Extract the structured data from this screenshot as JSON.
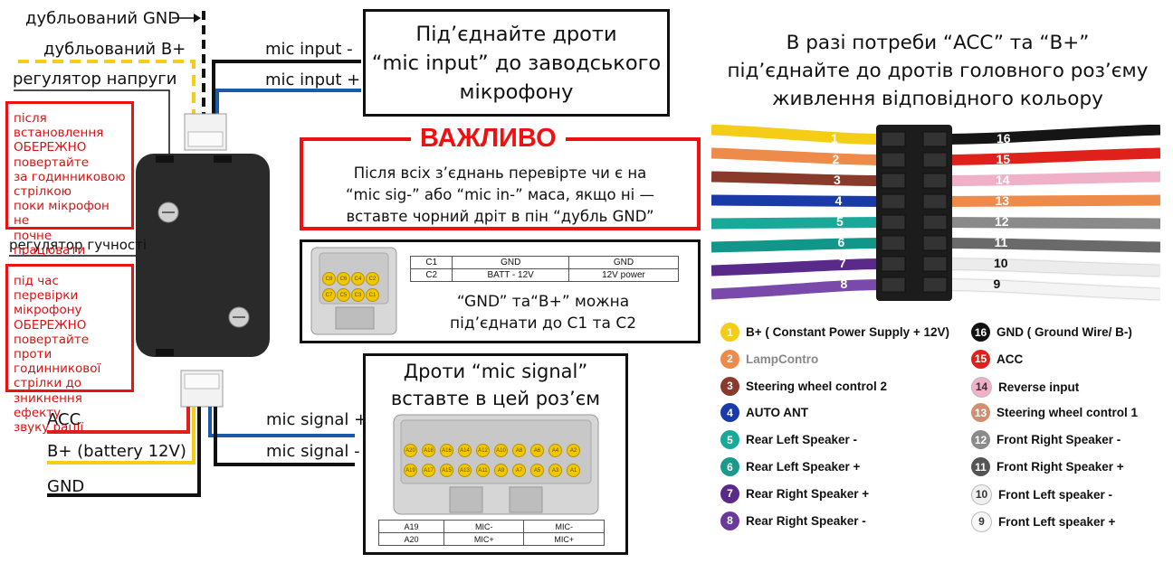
{
  "left": {
    "labels": {
      "dup_gnd": "дубльований GND",
      "dup_bplus": "дубльований B+",
      "voltage_reg": "регулятор напруги",
      "volume_reg": "регулятор гучності",
      "mic_in_minus": "mic input -",
      "mic_in_plus": "mic input +",
      "acc": "ACC",
      "battery": "B+ (battery 12V)",
      "gnd": "GND",
      "mic_sig_plus": "mic signal +",
      "mic_sig_minus": "mic signal -"
    },
    "note1": "після\nвстановлення\nОБЕРЕЖНО\nповертайте\nза годинниковою\nстрілкою\nпоки мікрофон не\nпочне працювати",
    "note2": "під час перевірки\nмікрофону\nОБЕРЕЖНО\nповертайте проти\nгодинникової\nстрілки до\nзникнення ефекту\nзвуку рації"
  },
  "center": {
    "mic_box": "Під’єднайте дроти\n“mic input” до заводського\nмікрофону",
    "important_title": "ВАЖЛИВО",
    "important_text": "Після всіх з’єднань перевірте чи є на\n“mic sig-” або “mic in-” маса, якщо ні —\nвставте чорний дріт в пін “дубль GND”",
    "c_table": [
      [
        "C1",
        "GND",
        "GND"
      ],
      [
        "C2",
        "BATT - 12V",
        "12V power"
      ]
    ],
    "c_pins_top": [
      "C8",
      "C6",
      "C4",
      "C2"
    ],
    "c_pins_bottom": [
      "C7",
      "C5",
      "C3",
      "C1"
    ],
    "c_note": "“GND” та“B+” можна\nпід’єднати до C1 та C2",
    "signal_title": "Дроти “mic signal”\nвставте в цей роз’єм",
    "a_pins_top": [
      "A20",
      "A18",
      "A16",
      "A14",
      "A12",
      "A10",
      "A8",
      "A6",
      "A4",
      "A2"
    ],
    "a_pins_bottom": [
      "A19",
      "A17",
      "A15",
      "A13",
      "A11",
      "A9",
      "A7",
      "A5",
      "A3",
      "A1"
    ],
    "a_table": [
      [
        "A19",
        "MIC-",
        "MIC-"
      ],
      [
        "A20",
        "MIC+",
        "MIC+"
      ]
    ]
  },
  "right": {
    "title": "В разі потреби  “ACC” та “B+”\nпід’єднайте до дротів головного роз’єму\nживлення відповідного кольору",
    "legend_left": [
      {
        "num": "1",
        "label": "B+ ( Constant Power Supply + 12V)",
        "color": "#f5cc16"
      },
      {
        "num": "2",
        "label": "LampContro",
        "color": "#ee8a4a"
      },
      {
        "num": "3",
        "label": "Steering wheel control 2",
        "color": "#8a3a2a"
      },
      {
        "num": "4",
        "label": "AUTO ANT",
        "color": "#1a3aa8"
      },
      {
        "num": "5",
        "label": "Rear Left Speaker -",
        "color": "#1aa898"
      },
      {
        "num": "6",
        "label": "Rear Left Speaker +",
        "color": "#1a9a8a"
      },
      {
        "num": "7",
        "label": "Rear Right Speaker +",
        "color": "#5a2a8a"
      },
      {
        "num": "8",
        "label": "Rear Right Speaker -",
        "color": "#6a3a9a"
      }
    ],
    "legend_right": [
      {
        "num": "16",
        "label": "GND ( Ground Wire/ B-)",
        "color": "#111111"
      },
      {
        "num": "15",
        "label": "ACC",
        "color": "#e0201a"
      },
      {
        "num": "14",
        "label": "Reverse input",
        "color": "#f0b0c8"
      },
      {
        "num": "13",
        "label": "Steering wheel control 1",
        "color": "#d09070"
      },
      {
        "num": "12",
        "label": "Front Right Speaker -",
        "color": "#8a8a8a"
      },
      {
        "num": "11",
        "label": "Front Right Speaker +",
        "color": "#555555"
      },
      {
        "num": "10",
        "label": "Front Left speaker -",
        "color": "#f0f0f0"
      },
      {
        "num": "9",
        "label": "Front Left speaker +",
        "color": "#f8f8f8"
      }
    ],
    "wires_left": [
      {
        "num": "1",
        "color": "#f5cc16"
      },
      {
        "num": "2",
        "color": "#ee8a4a"
      },
      {
        "num": "3",
        "color": "#8a3a2a"
      },
      {
        "num": "4",
        "color": "#1a3aa8"
      },
      {
        "num": "5",
        "color": "#1aa898"
      },
      {
        "num": "6",
        "color": "#13968a"
      },
      {
        "num": "7",
        "color": "#5a2a8a"
      },
      {
        "num": "8",
        "color": "#7a4aaa"
      }
    ],
    "wires_right": [
      {
        "num": "16",
        "color": "#151515"
      },
      {
        "num": "15",
        "color": "#e0201a"
      },
      {
        "num": "14",
        "color": "#f0b0c8"
      },
      {
        "num": "13",
        "color": "#ee8a4a"
      },
      {
        "num": "12",
        "color": "#8a8a8a"
      },
      {
        "num": "11",
        "color": "#6a6a6a"
      },
      {
        "num": "10",
        "color": "#ececec"
      },
      {
        "num": "9",
        "color": "#f4f4f4"
      }
    ]
  }
}
